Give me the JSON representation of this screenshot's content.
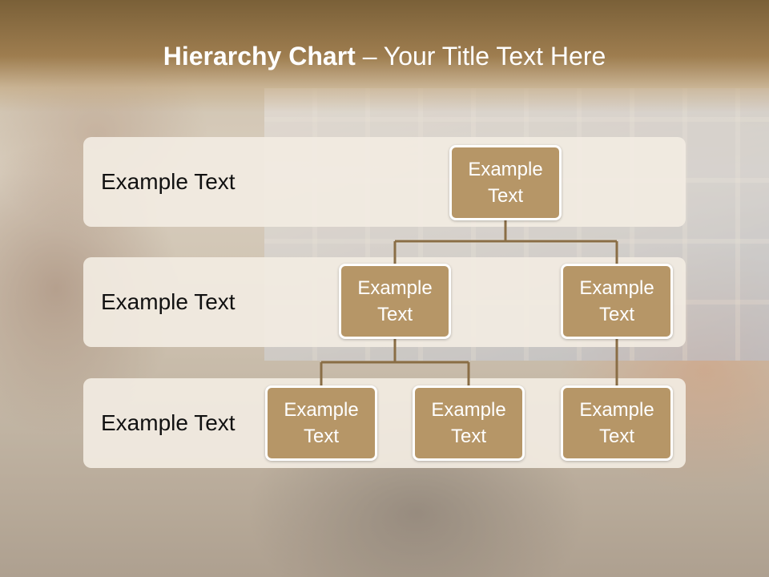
{
  "slide": {
    "title_bold": "Hierarchy Chart",
    "title_rest": " – Your Title Text Here"
  },
  "levels": [
    {
      "label": "Example Text"
    },
    {
      "label": "Example Text"
    },
    {
      "label": "Example Text"
    }
  ],
  "nodes": {
    "root": "Example Text",
    "level2_left": "Example Text",
    "level2_right": "Example Text",
    "level3_left": "Example Text",
    "level3_middle": "Example Text",
    "level3_right": "Example Text"
  },
  "colors": {
    "node_fill": "#b69667",
    "node_border": "#ffffff",
    "connector": "#8a6e46",
    "band_fill": "#f2ece2",
    "title_band": "#8a6c40"
  }
}
